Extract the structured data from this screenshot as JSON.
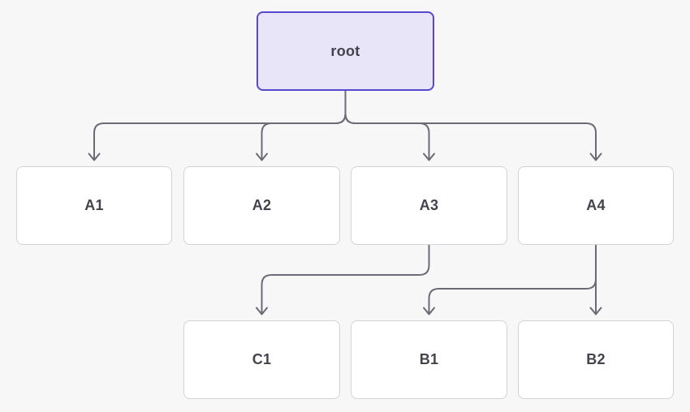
{
  "diagram": {
    "nodes": [
      {
        "id": "root",
        "label": "root",
        "kind": "root"
      },
      {
        "id": "A1",
        "label": "A1",
        "kind": "child"
      },
      {
        "id": "A2",
        "label": "A2",
        "kind": "child"
      },
      {
        "id": "A3",
        "label": "A3",
        "kind": "child"
      },
      {
        "id": "A4",
        "label": "A4",
        "kind": "child"
      },
      {
        "id": "C1",
        "label": "C1",
        "kind": "child"
      },
      {
        "id": "B1",
        "label": "B1",
        "kind": "child"
      },
      {
        "id": "B2",
        "label": "B2",
        "kind": "child"
      }
    ],
    "edges": [
      {
        "from": "root",
        "to": "A1"
      },
      {
        "from": "root",
        "to": "A2"
      },
      {
        "from": "root",
        "to": "A3"
      },
      {
        "from": "root",
        "to": "A4"
      },
      {
        "from": "A3",
        "to": "C1"
      },
      {
        "from": "A4",
        "to": "B1"
      },
      {
        "from": "A4",
        "to": "B2"
      }
    ],
    "colors": {
      "background": "#f7f7f8",
      "edge_line": "#6b6b77",
      "node_fill": "#ffffff",
      "node_border": "#d2d2d9",
      "node_text": "#43434d",
      "root_fill": "#e9e5f8",
      "root_border": "#5848d0"
    }
  }
}
